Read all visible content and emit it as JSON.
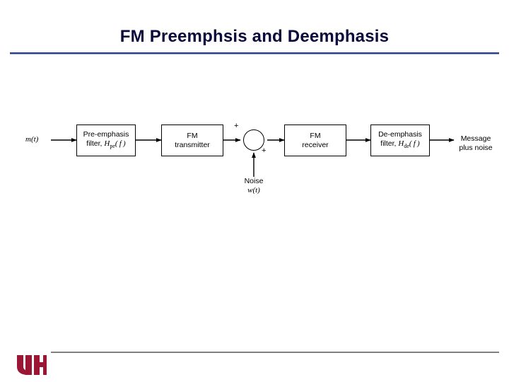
{
  "slide": {
    "title": "FM Preemphsis and Deemphasis",
    "title_color": "#0a0a3c",
    "rule_color": "#2b3f8c",
    "footer_rule_color": "#808080",
    "logo_color": "#9d1535",
    "logo_text": "UH"
  },
  "diagram": {
    "type": "block-diagram",
    "input_label": "m(t)",
    "blocks": [
      {
        "id": "pre-emphasis",
        "line1": "Pre-emphasis",
        "line2": "filter, Hpe( f )"
      },
      {
        "id": "fm-transmitter",
        "line1": "FM",
        "line2": "transmitter"
      },
      {
        "id": "fm-receiver",
        "line1": "FM",
        "line2": "receiver"
      },
      {
        "id": "de-emphasis",
        "line1": "De-emphasis",
        "line2": "filter, Hde( f )"
      }
    ],
    "summer": {
      "id": "summing-junction",
      "sign_top": "+",
      "sign_right": "+"
    },
    "noise_source": {
      "line1": "Noise",
      "line2": "w(t)"
    },
    "output_label": {
      "line1": "Message",
      "line2": "plus noise"
    }
  }
}
